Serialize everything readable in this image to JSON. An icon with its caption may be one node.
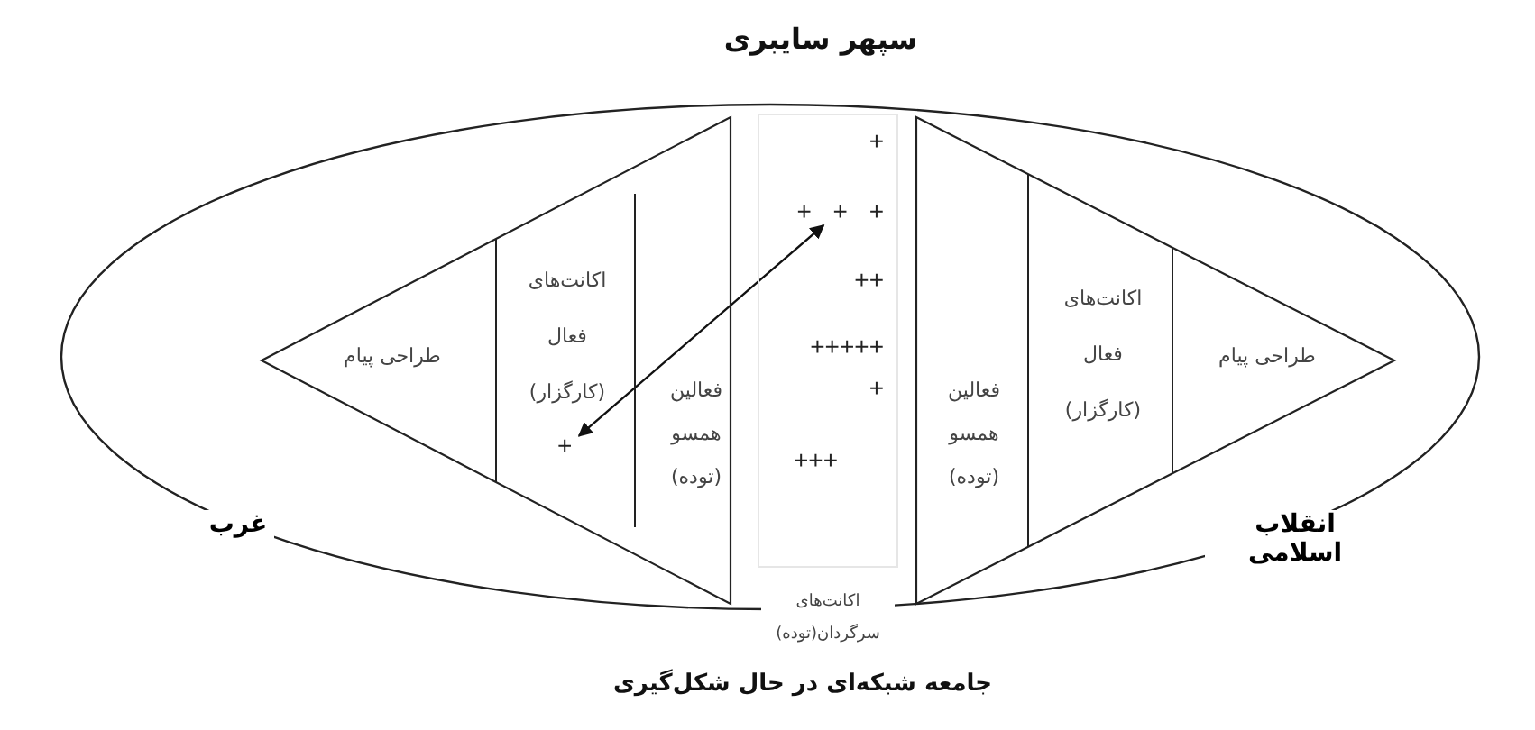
{
  "diagram": {
    "caption": "جامعه شبکه‌ای در حال شکل‌گیری",
    "nodes": [
      {
        "text": [
          "سپهر سایبری"
        ]
      },
      {
        "text": [],
        "shape": "triangle",
        "in": 0
      },
      {
        "text": [
          "طراحی پیام"
        ],
        "in": 1
      },
      {
        "text": [
          "اکانت‌های فعال (کارگزار)"
        ],
        "in": 1
      },
      {
        "text": [
          "+"
        ],
        "in": 3
      },
      {
        "text": [
          "فعالین همسو (توده)"
        ],
        "in": 1
      },
      {
        "text": [
          "اکانت‌های سرگردان(توده)"
        ],
        "in": 0
      },
      {
        "text": [
          "+"
        ],
        "in": 6
      },
      {
        "text": [
          "+ + +"
        ],
        "in": 6
      },
      {
        "text": [
          "++"
        ],
        "in": 6
      },
      {
        "text": [
          "+++++"
        ],
        "in": 6
      },
      {
        "text": [
          "+"
        ],
        "in": 6
      },
      {
        "text": [
          "+++"
        ],
        "in": 6
      },
      {
        "text": [],
        "shape": "triangle",
        "in": 0
      },
      {
        "text": [
          "فعالین همسو (توده)"
        ],
        "in": 13
      },
      {
        "text": [
          "اکانت‌های فعال (کارگزار)"
        ],
        "in": 13
      },
      {
        "text": [
          "طراحی پیام"
        ],
        "in": 13
      }
    ],
    "edges": [
      {
        "from": 4,
        "to": 8,
        "arrow": "both"
      }
    ],
    "labels": [
      "غرب",
      "انقلاب اسلامی"
    ]
  }
}
